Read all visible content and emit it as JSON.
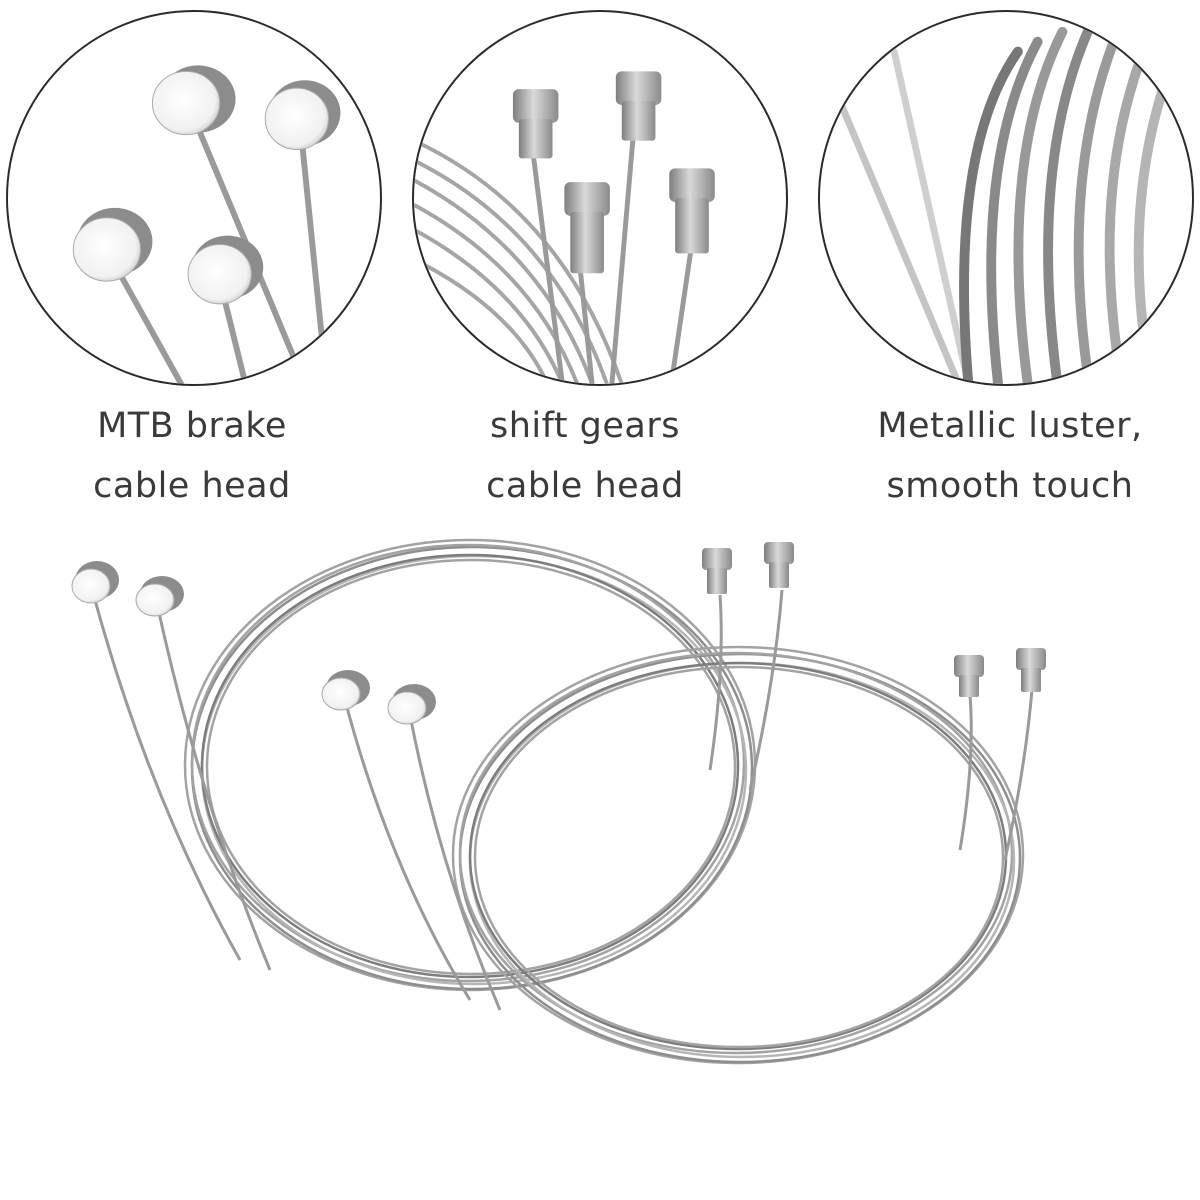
{
  "panels": [
    {
      "id": "brake",
      "icon": "brake-cable-head-icon",
      "line1": "MTB brake",
      "line2": "cable head"
    },
    {
      "id": "shift",
      "icon": "shift-cable-head-icon",
      "line1": "shift gears",
      "line2": "cable head"
    },
    {
      "id": "luster",
      "icon": "cable-strands-icon",
      "line1": "Metallic luster,",
      "line2": "smooth touch"
    }
  ],
  "colors": {
    "steel": "#9a9a9a",
    "steel_light": "#d6d6d6",
    "steel_dark": "#6e6e6e",
    "cap": "#b3b3b3",
    "outline": "#2a2a2a"
  }
}
